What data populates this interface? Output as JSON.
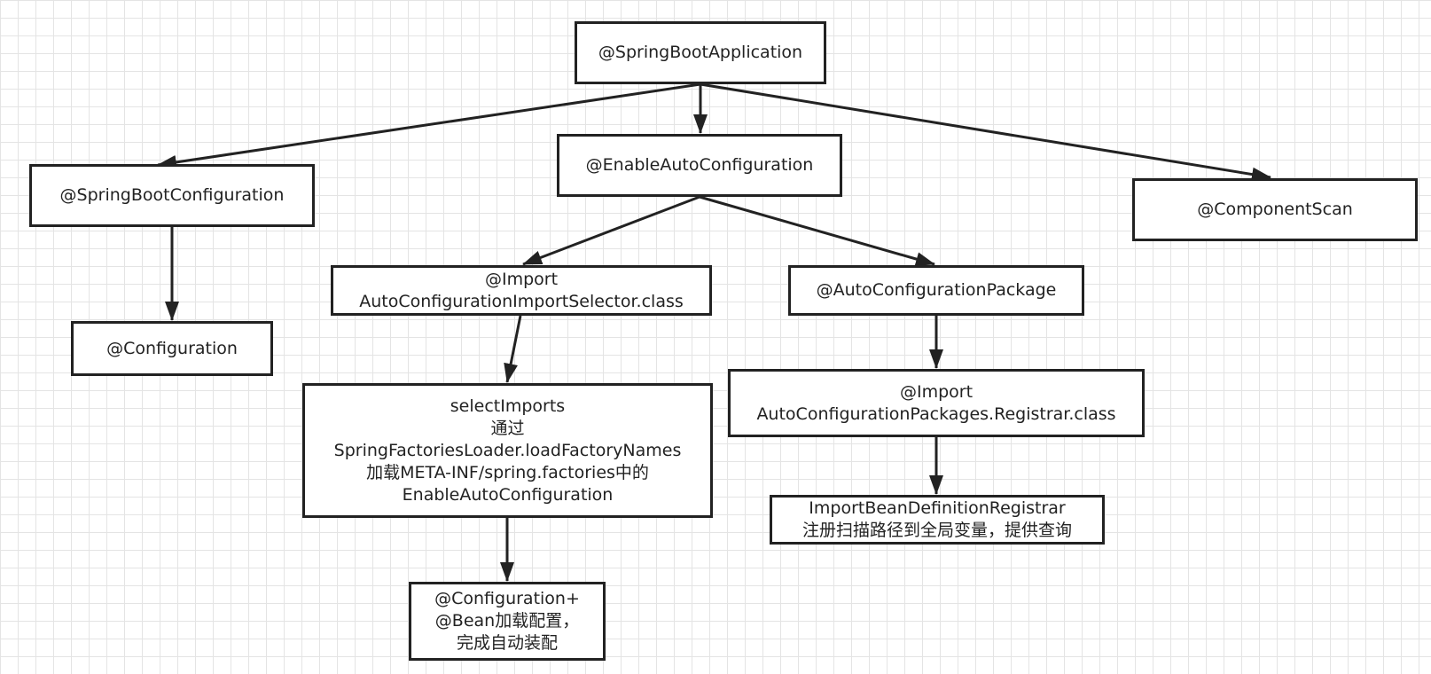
{
  "nodes": {
    "spring_boot_application": [
      "@SpringBootApplication"
    ],
    "spring_boot_configuration": [
      "@SpringBootConfiguration"
    ],
    "enable_auto_configuration": [
      "@EnableAutoConfiguration"
    ],
    "component_scan": [
      "@ComponentScan"
    ],
    "configuration": [
      "@Configuration"
    ],
    "import_selector": [
      "@Import",
      "AutoConfigurationImportSelector.class"
    ],
    "auto_configuration_package": [
      "@AutoConfigurationPackage"
    ],
    "select_imports": [
      "selectImports",
      "通过",
      "SpringFactoriesLoader.loadFactoryNames",
      "加载META-INF/spring.factories中的",
      "EnableAutoConfiguration"
    ],
    "import_registrar": [
      "@Import",
      "AutoConfigurationPackages.Registrar.class"
    ],
    "import_bean_definition_registrar": [
      "ImportBeanDefinitionRegistrar",
      "注册扫描路径到全局变量，提供查询"
    ],
    "configuration_bean": [
      "@Configuration+",
      "@Bean加载配置，",
      "完成自动装配"
    ]
  },
  "edges": [
    [
      "spring_boot_application",
      "spring_boot_configuration"
    ],
    [
      "spring_boot_application",
      "enable_auto_configuration"
    ],
    [
      "spring_boot_application",
      "component_scan"
    ],
    [
      "spring_boot_configuration",
      "configuration"
    ],
    [
      "enable_auto_configuration",
      "import_selector"
    ],
    [
      "enable_auto_configuration",
      "auto_configuration_package"
    ],
    [
      "import_selector",
      "select_imports"
    ],
    [
      "select_imports",
      "configuration_bean"
    ],
    [
      "auto_configuration_package",
      "import_registrar"
    ],
    [
      "import_registrar",
      "import_bean_definition_registrar"
    ]
  ]
}
